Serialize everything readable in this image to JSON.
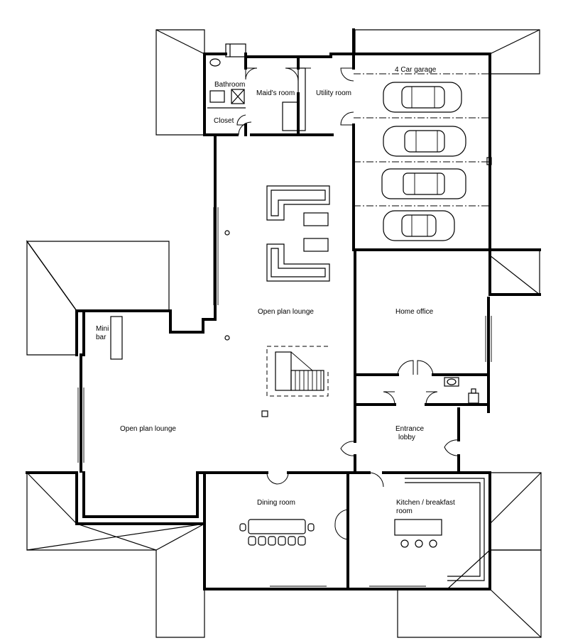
{
  "rooms": {
    "bathroom": "Bathroom",
    "closet": "Closet",
    "maids_room": "Maid's room",
    "utility_room": "Utility room",
    "garage": "4 Car garage",
    "open_plan_lounge_center": "Open plan lounge",
    "open_plan_lounge_left": "Open plan lounge",
    "home_office": "Home office",
    "mini_bar_line1": "Mini",
    "mini_bar_line2": "bar",
    "entrance_line1": "Entrance",
    "entrance_line2": "lobby",
    "dining_room": "Dining room",
    "kitchen_line1": "Kitchen / breakfast",
    "kitchen_line2": "room"
  }
}
